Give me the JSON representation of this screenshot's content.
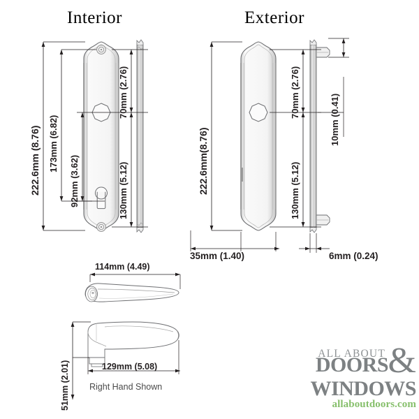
{
  "views": {
    "interior": {
      "title": "Interior",
      "dimensions": {
        "overall_height": "222.6mm (8.76)",
        "plate_height": "173mm (6.82)",
        "center_to_cylinder": "92mm (3.62)",
        "top_to_spindle": "70mm (2.76)",
        "spindle_to_bottom": "130mm (5.12)"
      }
    },
    "exterior": {
      "title": "Exterior",
      "dimensions": {
        "overall_height": "222.6mm(8.76)",
        "top_to_spindle": "70mm (2.76)",
        "spindle_to_bottom": "130mm (5.12)",
        "plate_width": "35mm (1.40)",
        "plate_thickness": "6mm (0.24)",
        "lip_offset": "10mm (0.41)"
      }
    }
  },
  "handle": {
    "top_view_length": "114mm (4.49)",
    "side_view_length": "129mm (5.08)",
    "side_view_height": "51mm (2.01)",
    "note": "Right Hand Shown"
  },
  "logo": {
    "line1": "ALL ABOUT",
    "line2": "DOORS",
    "ampersand": "&",
    "line3": "WINDOWS",
    "url": "allaboutdoors.com"
  },
  "colors": {
    "line": "#6d6e71",
    "fill_light": "#f2f2f2",
    "fill_mid": "#d9d9d9",
    "dim_text": "#231f20",
    "note_text": "#4a4a4a",
    "logo_gray": "#7d8183",
    "logo_green": "#86bf6b"
  }
}
